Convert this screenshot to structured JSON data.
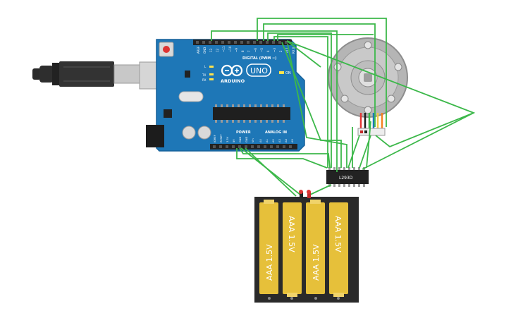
{
  "arduino": {
    "logo_text": "ARDUINO",
    "model": "UNO",
    "header_digital": "DIGITAL (PWM ~)",
    "header_power": "POWER",
    "header_analog": "ANALOG IN",
    "label_on": "ON",
    "label_tx": "TX",
    "label_rx": "RX",
    "label_l": "L",
    "label_aref": "AREF",
    "label_gnd": "GND",
    "digital_pins": [
      "13",
      "12",
      "~11",
      "~10",
      "~9",
      "8",
      "7",
      "~6",
      "~5",
      "4",
      "~3",
      "2",
      "TX 1",
      "RX 0"
    ],
    "power_pins": [
      "IOREF",
      "RESET",
      "3.3V",
      "5V",
      "GND",
      "GND",
      "Vin"
    ],
    "analog_pins": [
      "A0",
      "A1",
      "A2",
      "A3",
      "A4",
      "A5"
    ]
  },
  "driver_chip": {
    "label": "L293D"
  },
  "battery_pack": {
    "cell_label": "AAA 1.5V",
    "positive_terminal": "+",
    "negative_terminal": "−"
  },
  "colors": {
    "wire": "#3cb84a",
    "board": "#1e77b7",
    "battery_yellow": "#e6c03a",
    "battery_case": "#2a2a2a"
  }
}
